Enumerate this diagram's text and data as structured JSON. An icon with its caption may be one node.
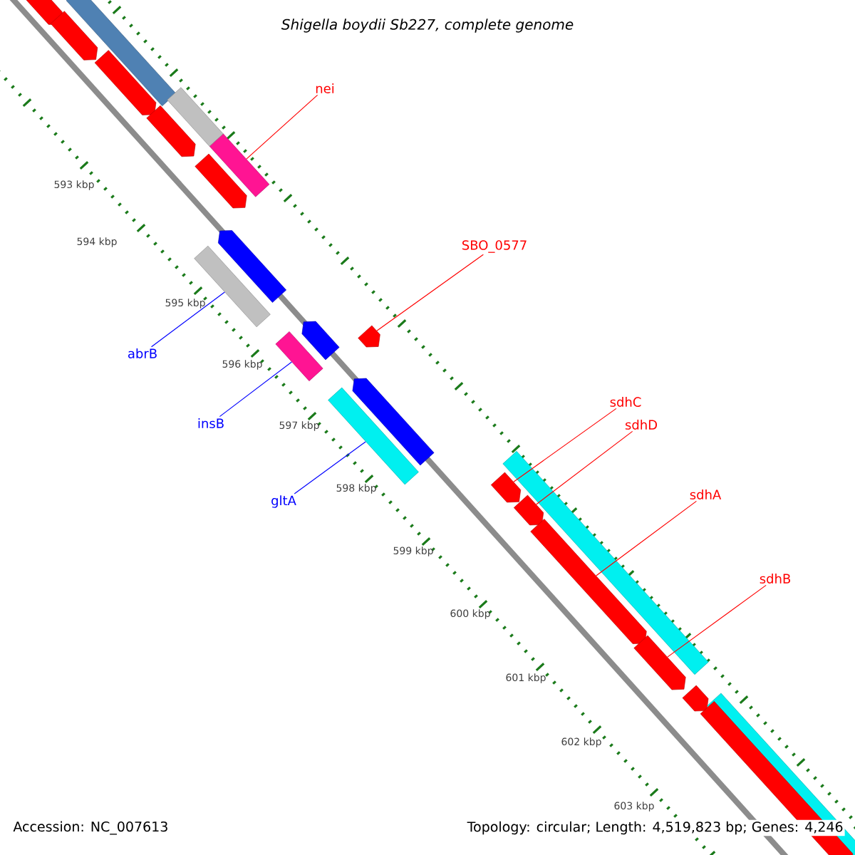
{
  "diagram": {
    "title": "Shigella boydii Sb227, complete genome",
    "nodes": [
      {
        "text": [
          "nei"
        ]
      },
      {
        "text": [],
        "shape": "bar"
      },
      {
        "text": [
          "SBO_0577"
        ]
      },
      {
        "text": [],
        "shape": "bar"
      },
      {
        "text": [
          "abrB"
        ]
      },
      {
        "text": [],
        "shape": "bar"
      },
      {
        "text": [
          "insB"
        ]
      },
      {
        "text": [],
        "shape": "bar"
      },
      {
        "text": [
          "gltA"
        ]
      },
      {
        "text": [],
        "shape": "bar"
      },
      {
        "text": [
          "sdhC"
        ]
      },
      {
        "text": [],
        "shape": "bar"
      },
      {
        "text": [
          "sdhD"
        ]
      },
      {
        "text": [],
        "shape": "bar"
      },
      {
        "text": [
          "sdhA"
        ]
      },
      {
        "text": [],
        "shape": "bar"
      },
      {
        "text": [
          "sdhB"
        ]
      },
      {
        "text": [],
        "shape": "bar"
      },
      {
        "text": [],
        "shape": "bar"
      },
      {
        "text": [],
        "shape": "bar"
      },
      {
        "text": [],
        "shape": "bar"
      },
      {
        "text": [],
        "shape": "bar"
      },
      {
        "text": [],
        "shape": "bar"
      },
      {
        "text": [],
        "shape": "bar"
      },
      {
        "text": [],
        "shape": "bar"
      },
      {
        "text": [],
        "shape": "bar"
      },
      {
        "text": [],
        "shape": "bar"
      },
      {
        "text": [],
        "shape": "bar"
      },
      {
        "text": [],
        "shape": "bar"
      },
      {
        "text": [],
        "shape": "bar"
      },
      {
        "text": [],
        "shape": "bar"
      },
      {
        "text": [],
        "shape": "bar"
      }
    ],
    "edges": [
      {
        "from": 0,
        "to": 1,
        "arrow": "none"
      },
      {
        "from": 2,
        "to": 3,
        "arrow": "none"
      },
      {
        "from": 4,
        "to": 5,
        "arrow": "none",
        "color": "#0000ff"
      },
      {
        "from": 6,
        "to": 7,
        "arrow": "none",
        "color": "#0000ff"
      },
      {
        "from": 8,
        "to": 9,
        "arrow": "none",
        "color": "#0000ff"
      },
      {
        "from": 10,
        "to": 11,
        "arrow": "none"
      },
      {
        "from": 12,
        "to": 13,
        "arrow": "none"
      },
      {
        "from": 14,
        "to": 15,
        "arrow": "none"
      },
      {
        "from": 16,
        "to": 17,
        "arrow": "none"
      }
    ],
    "labels": [
      "593 kbp",
      "594 kbp",
      "595 kbp",
      "596 kbp",
      "597 kbp",
      "598 kbp",
      "599 kbp",
      "600 kbp",
      "601 kbp",
      "602 kbp",
      "603 kbp",
      "Accession: NC_007613",
      "Topology: circular; Length: 4,519,823 bp; Genes: 4,246"
    ]
  }
}
